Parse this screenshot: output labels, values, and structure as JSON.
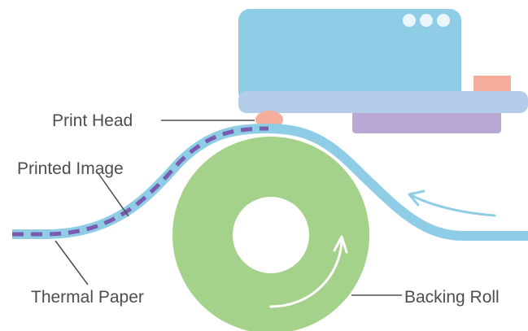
{
  "labels": {
    "print_head": "Print Head",
    "printed_image": "Printed Image",
    "thermal_paper": "Thermal Paper",
    "backing_roll": "Backing Roll"
  },
  "colors": {
    "printer_body": "#8ecde5",
    "printer_base": "#b3ccea",
    "motor_block": "#b9a8d4",
    "side_tab": "#f5ad9c",
    "print_head_dot": "#f5ad9c",
    "indicator_lights": "#eaf6fb",
    "paper": "#8ecde5",
    "printed_image": "#7a5bb0",
    "backing_roll": "#a5d28a",
    "direction_arrows": "#ffffff",
    "paper_arrow": "#8ecde5",
    "leader_lines": "#4d4d4d",
    "label_text": "#4d4d4d"
  }
}
